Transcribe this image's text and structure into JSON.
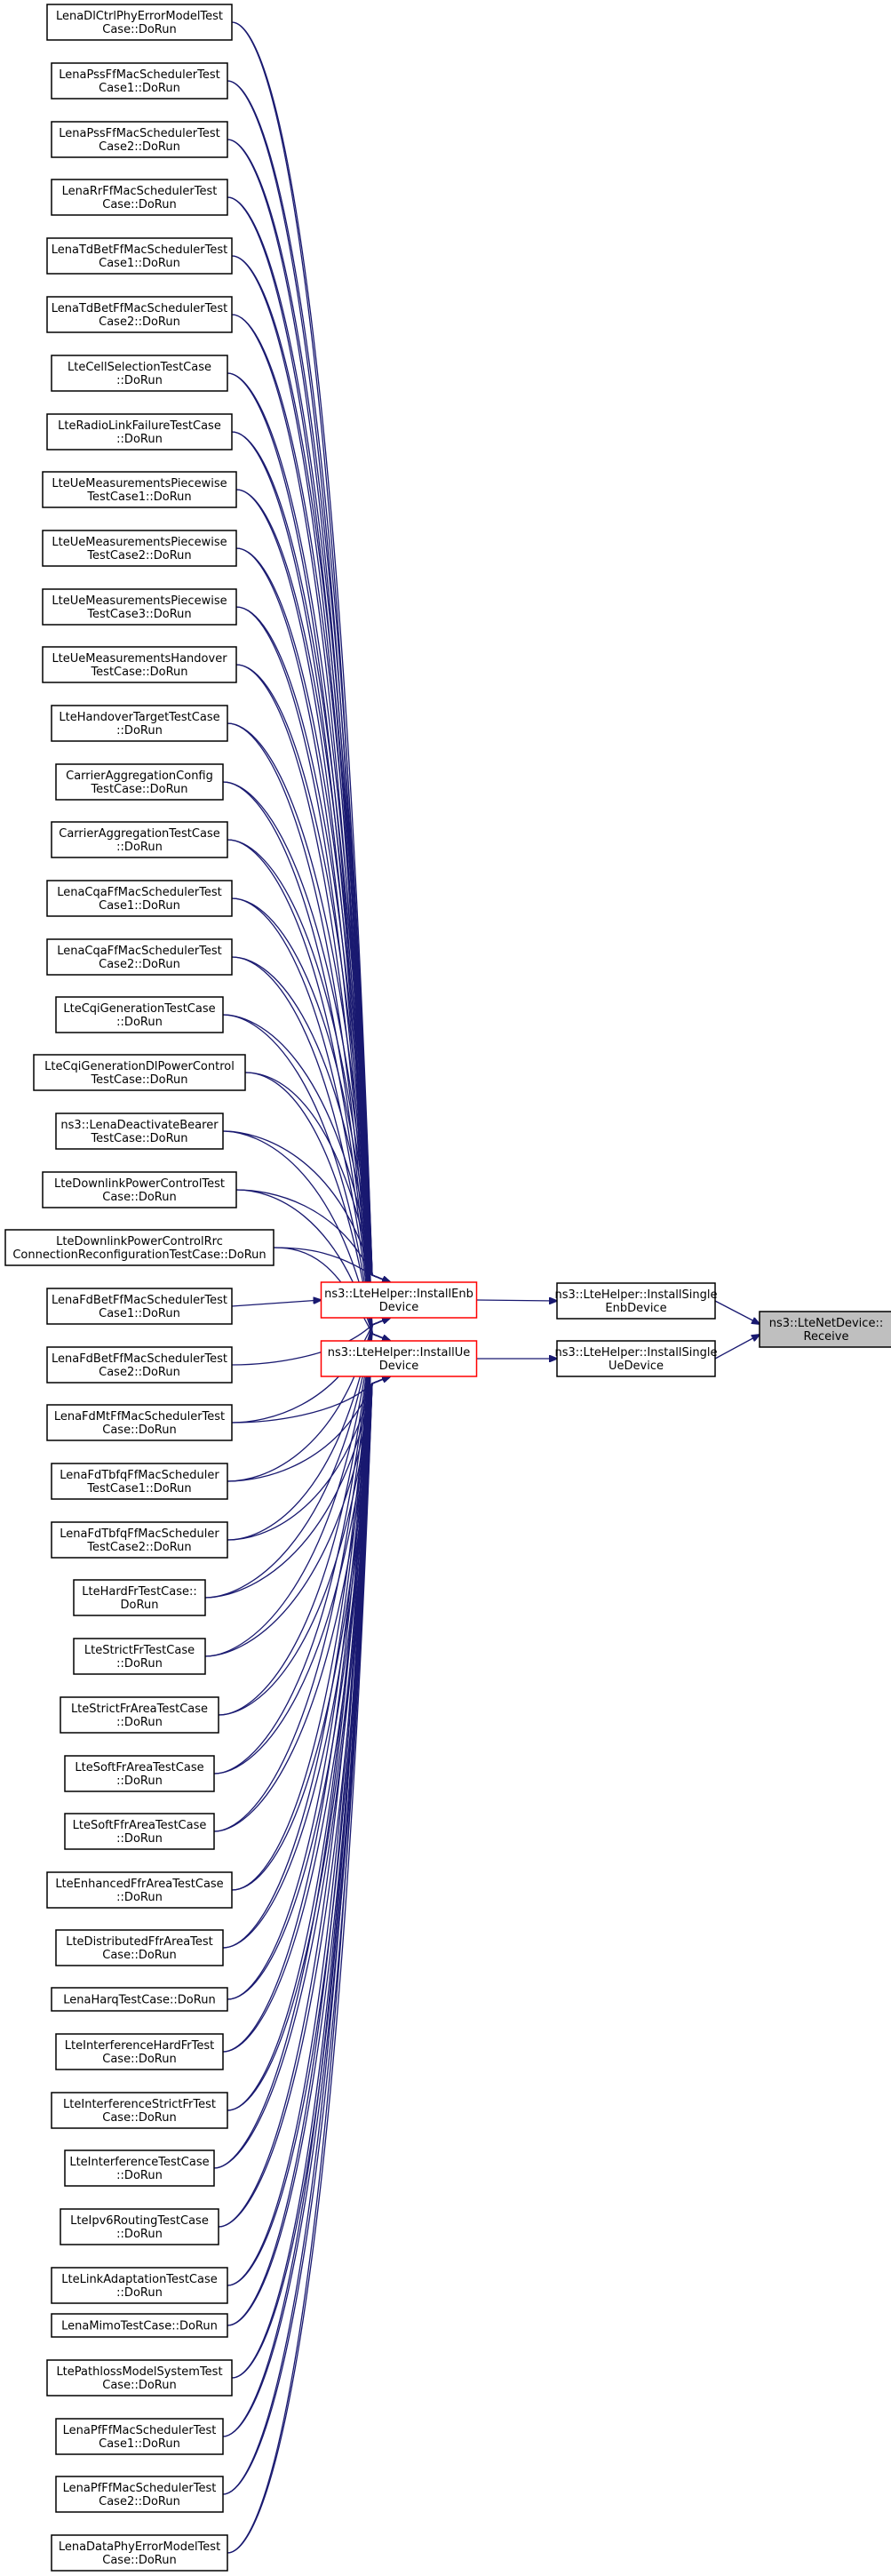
{
  "graph": {
    "target": {
      "label": [
        "ns3::LteNetDevice::",
        "Receive"
      ]
    },
    "middle": [
      {
        "label": [
          "ns3::LteHelper::InstallSingle",
          "EnbDevice"
        ]
      },
      {
        "label": [
          "ns3::LteHelper::InstallSingle",
          "UeDevice"
        ]
      }
    ],
    "installers": [
      {
        "label": [
          "ns3::LteHelper::InstallEnb",
          "Device"
        ]
      },
      {
        "label": [
          "ns3::LteHelper::InstallUe",
          "Device"
        ]
      }
    ],
    "callers": [
      {
        "label": [
          "LenaDlCtrlPhyErrorModelTest",
          "Case::DoRun"
        ]
      },
      {
        "label": [
          "LenaPssFfMacSchedulerTest",
          "Case1::DoRun"
        ]
      },
      {
        "label": [
          "LenaPssFfMacSchedulerTest",
          "Case2::DoRun"
        ]
      },
      {
        "label": [
          "LenaRrFfMacSchedulerTest",
          "Case::DoRun"
        ]
      },
      {
        "label": [
          "LenaTdBetFfMacSchedulerTest",
          "Case1::DoRun"
        ]
      },
      {
        "label": [
          "LenaTdBetFfMacSchedulerTest",
          "Case2::DoRun"
        ]
      },
      {
        "label": [
          "LteCellSelectionTestCase",
          "::DoRun"
        ]
      },
      {
        "label": [
          "LteRadioLinkFailureTestCase",
          "::DoRun"
        ]
      },
      {
        "label": [
          "LteUeMeasurementsPiecewise",
          "TestCase1::DoRun"
        ]
      },
      {
        "label": [
          "LteUeMeasurementsPiecewise",
          "TestCase2::DoRun"
        ]
      },
      {
        "label": [
          "LteUeMeasurementsPiecewise",
          "TestCase3::DoRun"
        ]
      },
      {
        "label": [
          "LteUeMeasurementsHandover",
          "TestCase::DoRun"
        ]
      },
      {
        "label": [
          "LteHandoverTargetTestCase",
          "::DoRun"
        ]
      },
      {
        "label": [
          "CarrierAggregationConfig",
          "TestCase::DoRun"
        ]
      },
      {
        "label": [
          "CarrierAggregationTestCase",
          "::DoRun"
        ]
      },
      {
        "label": [
          "LenaCqaFfMacSchedulerTest",
          "Case1::DoRun"
        ]
      },
      {
        "label": [
          "LenaCqaFfMacSchedulerTest",
          "Case2::DoRun"
        ]
      },
      {
        "label": [
          "LteCqiGenerationTestCase",
          "::DoRun"
        ]
      },
      {
        "label": [
          "LteCqiGenerationDlPowerControl",
          "TestCase::DoRun"
        ]
      },
      {
        "label": [
          "ns3::LenaDeactivateBearer",
          "TestCase::DoRun"
        ]
      },
      {
        "label": [
          "LteDownlinkPowerControlTest",
          "Case::DoRun"
        ]
      },
      {
        "label": [
          "LteDownlinkPowerControlRrc",
          "ConnectionReconfigurationTestCase::DoRun"
        ]
      },
      {
        "label": [
          "LenaFdBetFfMacSchedulerTest",
          "Case1::DoRun"
        ]
      },
      {
        "label": [
          "LenaFdBetFfMacSchedulerTest",
          "Case2::DoRun"
        ]
      },
      {
        "label": [
          "LenaFdMtFfMacSchedulerTest",
          "Case::DoRun"
        ]
      },
      {
        "label": [
          "LenaFdTbfqFfMacScheduler",
          "TestCase1::DoRun"
        ]
      },
      {
        "label": [
          "LenaFdTbfqFfMacScheduler",
          "TestCase2::DoRun"
        ]
      },
      {
        "label": [
          "LteHardFrTestCase::",
          "DoRun"
        ]
      },
      {
        "label": [
          "LteStrictFrTestCase",
          "::DoRun"
        ]
      },
      {
        "label": [
          "LteStrictFrAreaTestCase",
          "::DoRun"
        ]
      },
      {
        "label": [
          "LteSoftFrAreaTestCase",
          "::DoRun"
        ]
      },
      {
        "label": [
          "LteSoftFfrAreaTestCase",
          "::DoRun"
        ]
      },
      {
        "label": [
          "LteEnhancedFfrAreaTestCase",
          "::DoRun"
        ]
      },
      {
        "label": [
          "LteDistributedFfrAreaTest",
          "Case::DoRun"
        ]
      },
      {
        "label": [
          "LenaHarqTestCase::DoRun"
        ]
      },
      {
        "label": [
          "LteInterferenceHardFrTest",
          "Case::DoRun"
        ]
      },
      {
        "label": [
          "LteInterferenceStrictFrTest",
          "Case::DoRun"
        ]
      },
      {
        "label": [
          "LteInterferenceTestCase",
          "::DoRun"
        ]
      },
      {
        "label": [
          "LteIpv6RoutingTestCase",
          "::DoRun"
        ]
      },
      {
        "label": [
          "LteLinkAdaptationTestCase",
          "::DoRun"
        ]
      },
      {
        "label": [
          "LenaMimoTestCase::DoRun"
        ]
      },
      {
        "label": [
          "LtePathlossModelSystemTest",
          "Case::DoRun"
        ]
      },
      {
        "label": [
          "LenaPfFfMacSchedulerTest",
          "Case1::DoRun"
        ]
      },
      {
        "label": [
          "LenaPfFfMacSchedulerTest",
          "Case2::DoRun"
        ]
      },
      {
        "label": [
          "LenaDataPhyErrorModelTest",
          "Case::DoRun"
        ]
      }
    ]
  }
}
